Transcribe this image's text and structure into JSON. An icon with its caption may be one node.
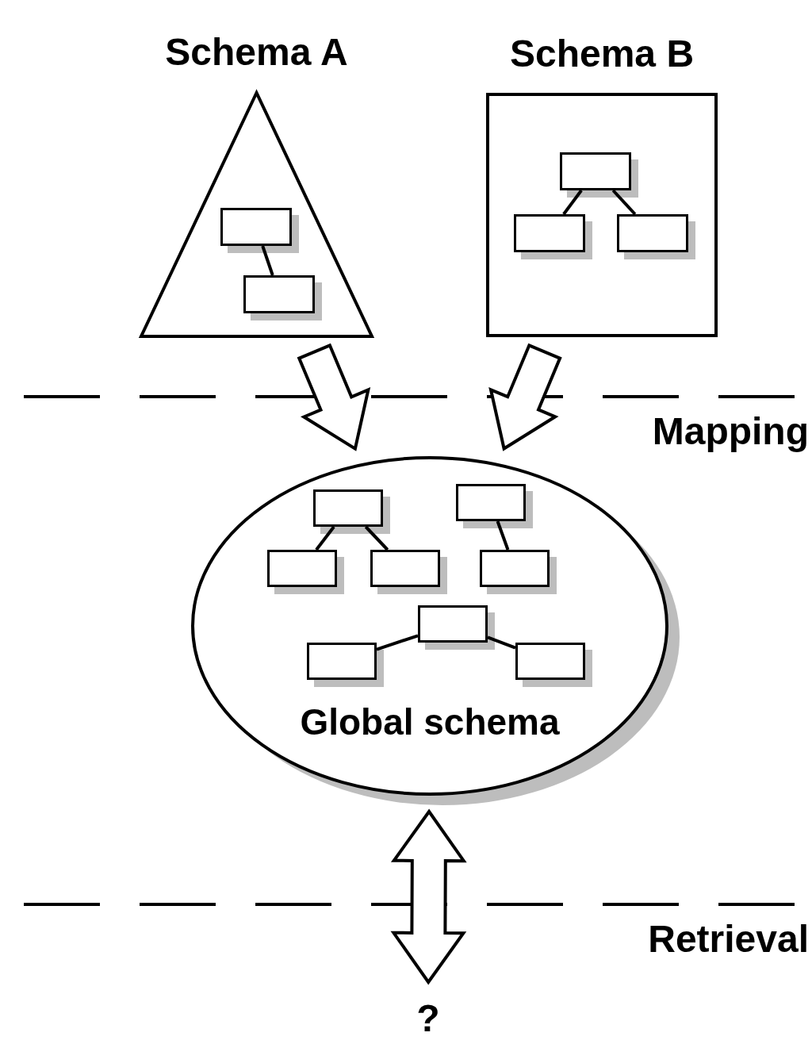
{
  "diagram": {
    "nodes": [
      {
        "text": [
          "Schema A"
        ]
      },
      {
        "text": [],
        "shape": "box",
        "in": 0
      },
      {
        "text": [],
        "shape": "box",
        "in": 0
      },
      {
        "text": [
          "Schema B"
        ]
      },
      {
        "text": [],
        "shape": "box",
        "in": 3
      },
      {
        "text": [],
        "shape": "box",
        "in": 3
      },
      {
        "text": [],
        "shape": "box",
        "in": 3
      },
      {
        "text": [
          "Global schema"
        ]
      },
      {
        "text": [],
        "shape": "box",
        "in": 7
      },
      {
        "text": [],
        "shape": "box",
        "in": 7
      },
      {
        "text": [],
        "shape": "box",
        "in": 7
      },
      {
        "text": [],
        "shape": "box",
        "in": 7
      },
      {
        "text": [],
        "shape": "box",
        "in": 7
      },
      {
        "text": [],
        "shape": "box",
        "in": 7
      },
      {
        "text": [],
        "shape": "box",
        "in": 7
      },
      {
        "text": [],
        "shape": "box",
        "in": 7
      },
      {
        "text": [
          "?"
        ]
      }
    ],
    "edges": [
      {
        "from": 1,
        "to": 2,
        "arrow": "none"
      },
      {
        "from": 4,
        "to": 5,
        "arrow": "none"
      },
      {
        "from": 4,
        "to": 6,
        "arrow": "none"
      },
      {
        "from": 8,
        "to": 10,
        "arrow": "none"
      },
      {
        "from": 8,
        "to": 11,
        "arrow": "none"
      },
      {
        "from": 9,
        "to": 12,
        "arrow": "none"
      },
      {
        "from": 13,
        "to": 14,
        "arrow": "none"
      },
      {
        "from": 13,
        "to": 15,
        "arrow": "none"
      },
      {
        "from": 0,
        "to": 7,
        "arrow": "to",
        "style": "thick"
      },
      {
        "from": 3,
        "to": 7,
        "arrow": "to",
        "style": "thick"
      },
      {
        "from": 7,
        "to": 16,
        "arrow": "both",
        "style": "thick"
      }
    ],
    "labels": [
      "Mapping",
      "Retrieval"
    ]
  }
}
